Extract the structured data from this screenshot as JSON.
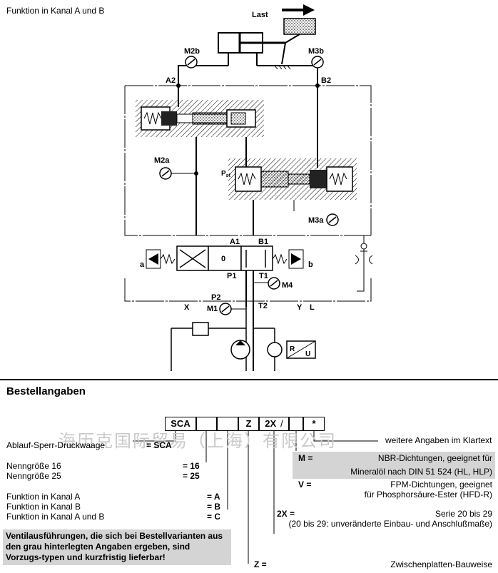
{
  "caption": "Funktion in Kanal A und B",
  "diagram": {
    "last": "Last",
    "m2b": "M2b",
    "m3b": "M3b",
    "a2": "A2",
    "b2": "B2",
    "m2a": "M2a",
    "pst": "P",
    "pst_sub": "st",
    "m3a": "M3a",
    "a1": "A1",
    "b1": "B1",
    "a": "a",
    "b": "b",
    "zero": "0",
    "p1": "P1",
    "t1": "T1",
    "m4": "M4",
    "x": "X",
    "y": "Y",
    "l": "L",
    "m1": "M1",
    "p2": "P2",
    "t2": "T2",
    "r": "R",
    "u": "U"
  },
  "section_title": "Bestellangaben",
  "watermark": "海历克国际贸易（上海）有限公司",
  "code": {
    "sca": "SCA",
    "z": "Z",
    "twox": "2X",
    "slash": "/",
    "star": "*"
  },
  "left": {
    "ablauf_label": "Ablauf-Sperr-Druckwaage",
    "ablauf_code": "= SCA",
    "ng16_label": "Nenngröße 16",
    "ng16_code": "= 16",
    "ng25_label": "Nenngröße 25",
    "ng25_code": "= 25",
    "fa_label": "Funktion in Kanal A",
    "fa_code": "= A",
    "fb_label": "Funktion in Kanal B",
    "fb_code": "= B",
    "fab_label": "Funktion in Kanal A und B",
    "fab_code": "= C",
    "note": "Ventilausführungen, die sich bei Bestellvarianten aus den grau hinterlegten Angaben ergeben, sind Vorzugs-typen und kurzfristig lieferbar!"
  },
  "right": {
    "weitere": "weitere Angaben im Klartext",
    "m_key": "M =",
    "m_line1": "NBR-Dichtungen, geeignet für",
    "m_line2": "Mineralöl nach DIN 51 524 (HL, HLP)",
    "v_key": "V =",
    "v_line1": "FPM-Dichtungen, geeignet",
    "v_line2": "für Phosphorsäure-Ester (HFD-R)",
    "x2_key": "2X =",
    "x2_line1": "Serie 20 bis 29",
    "x2_line2": "(20 bis 29: unveränderte Einbau- und Anschlußmaße)",
    "z_key": "Z =",
    "z_text": "Zwischenplatten-Bauweise"
  }
}
